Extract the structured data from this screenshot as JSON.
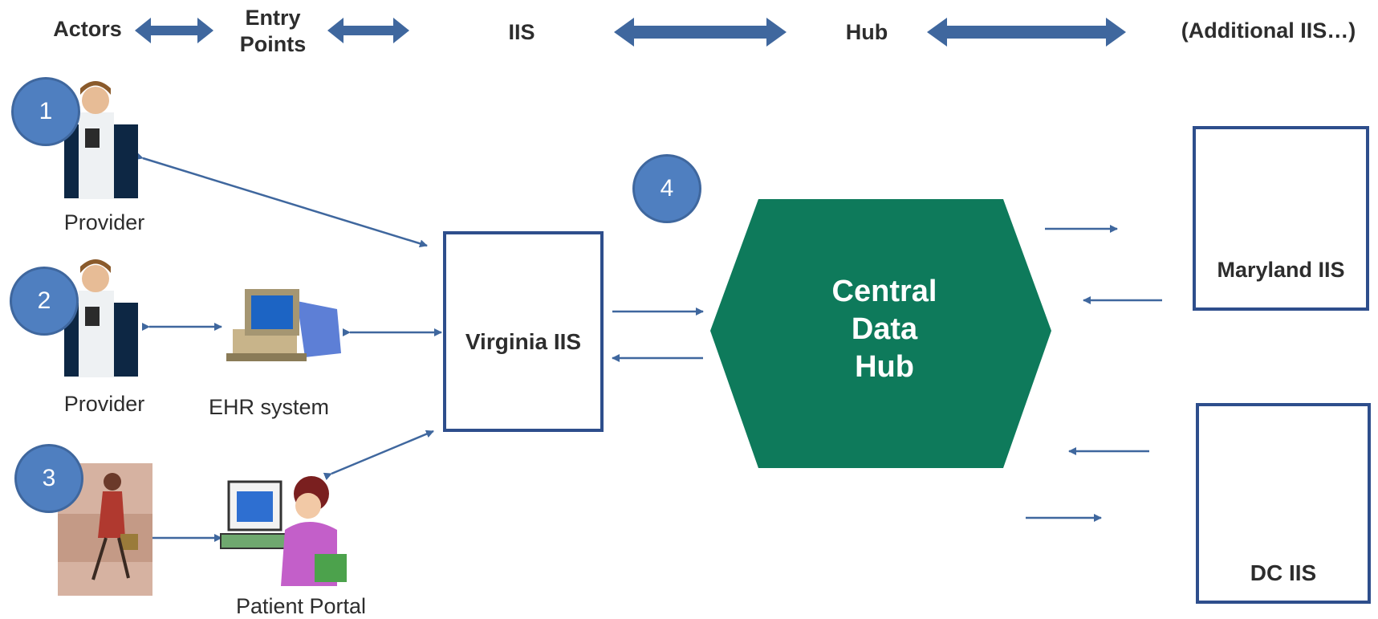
{
  "header": {
    "actors": "Actors",
    "entry_points_line1": "Entry",
    "entry_points_line2": "Points",
    "iis": "IIS",
    "hub": "Hub",
    "additional_iis": "(Additional IIS…)"
  },
  "badges": [
    "1",
    "2",
    "3",
    "4"
  ],
  "labels": {
    "provider_1": "Provider",
    "provider_2": "Provider",
    "ehr_system": "EHR system",
    "patient_portal": "Patient Portal",
    "virginia_iis": "Virginia IIS",
    "central_hub_line1": "Central",
    "central_hub_line2": "Data",
    "central_hub_line3": "Hub",
    "maryland_iis": "Maryland IIS",
    "dc_iis": "DC IIS"
  },
  "colors": {
    "arrow": "#3f679e",
    "badge": "#4f7fc0",
    "hub": "#0e7a5b",
    "box_border": "#2e4e8c"
  }
}
